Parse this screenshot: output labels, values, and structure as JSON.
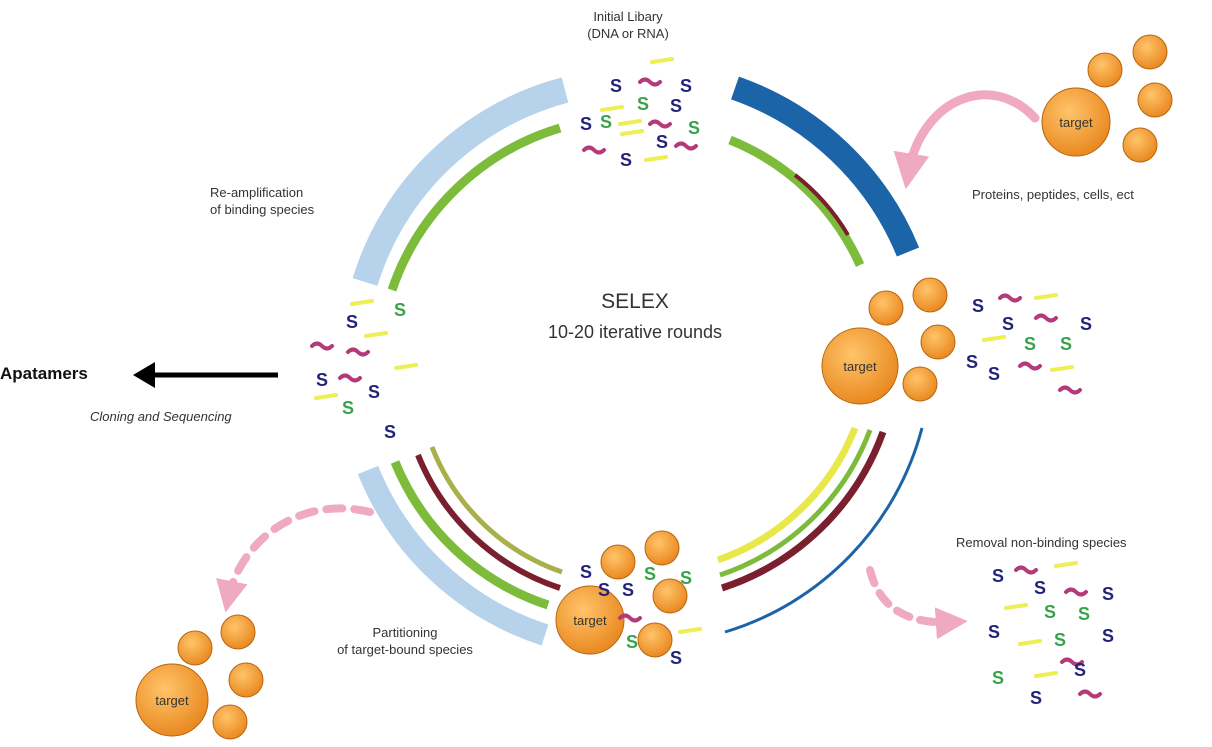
{
  "center": {
    "title": "SELEX",
    "subtitle": "10-20 iterative rounds"
  },
  "steps": {
    "initial_library": {
      "line1": "Initial Libary",
      "line2": "(DNA or RNA)"
    },
    "reamplification": {
      "line1": "Re-amplification",
      "line2": "of binding species"
    },
    "partitioning": {
      "line1": "Partitioning",
      "line2": "of target-bound species"
    },
    "removal": {
      "text": "Removal non-binding species"
    },
    "targets": {
      "text": "Proteins, peptides, cells, ect"
    }
  },
  "output": {
    "label": "Apatamers",
    "method": "Cloning and Sequencing"
  },
  "target_label": "target",
  "species_glyph": "S",
  "colors": {
    "ring_light_blue": "#b7d3ec",
    "ring_dark_blue": "#1c64a8",
    "ring_green": "#7cbc3a",
    "ring_maroon": "#7a1f2e",
    "ring_yellow": "#e8e84a",
    "target_orange": "#f39a2a",
    "arrow_pink": "#f0a9c2",
    "glyph_navy": "#23237a",
    "glyph_green": "#3aa24a",
    "glyph_magenta": "#b43a7a",
    "glyph_yellow": "#eeee55"
  }
}
